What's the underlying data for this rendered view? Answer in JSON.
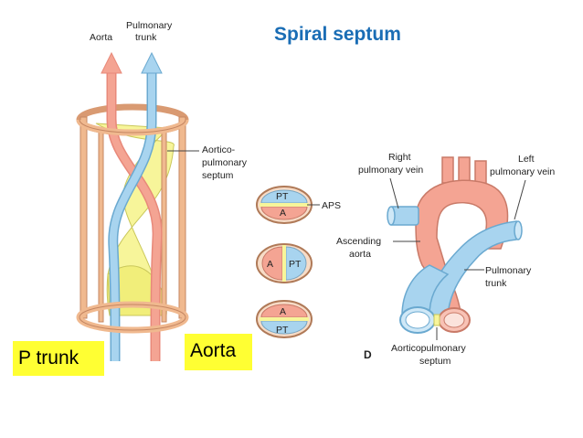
{
  "title": "Spiral septum",
  "panel_left": {
    "label_aorta": "Aorta",
    "label_pulmonary": "Pulmonary",
    "label_trunk": "trunk",
    "septum_l1": "Aortico-",
    "septum_l2": "pulmonary",
    "septum_l3": "septum"
  },
  "cross_sections": {
    "top": {
      "upper": "PT",
      "lower": "A"
    },
    "middle": {
      "left": "A",
      "right": "PT"
    },
    "bottom": {
      "upper": "A",
      "lower": "PT"
    },
    "aps_label": "APS"
  },
  "panel_right": {
    "right_pv_1": "Right",
    "right_pv_2": "pulmonary vein",
    "left_pv_1": "Left",
    "left_pv_2": "pulmonary vein",
    "ascending_1": "Ascending",
    "ascending_2": "aorta",
    "pulm_trunk_1": "Pulmonary",
    "pulm_trunk_2": "trunk",
    "ap_septum_1": "Aorticopulmonary",
    "ap_septum_2": "septum",
    "panel_letter": "D"
  },
  "highlights": {
    "p_trunk": "P trunk",
    "aorta": "Aorta"
  },
  "colors": {
    "title": "#1a6db5",
    "aorta": "#f4a493",
    "pulmonary": "#a8d4ef",
    "septum": "#f7f59a",
    "frame": "#f0b98f",
    "highlight": "#ffff33"
  }
}
